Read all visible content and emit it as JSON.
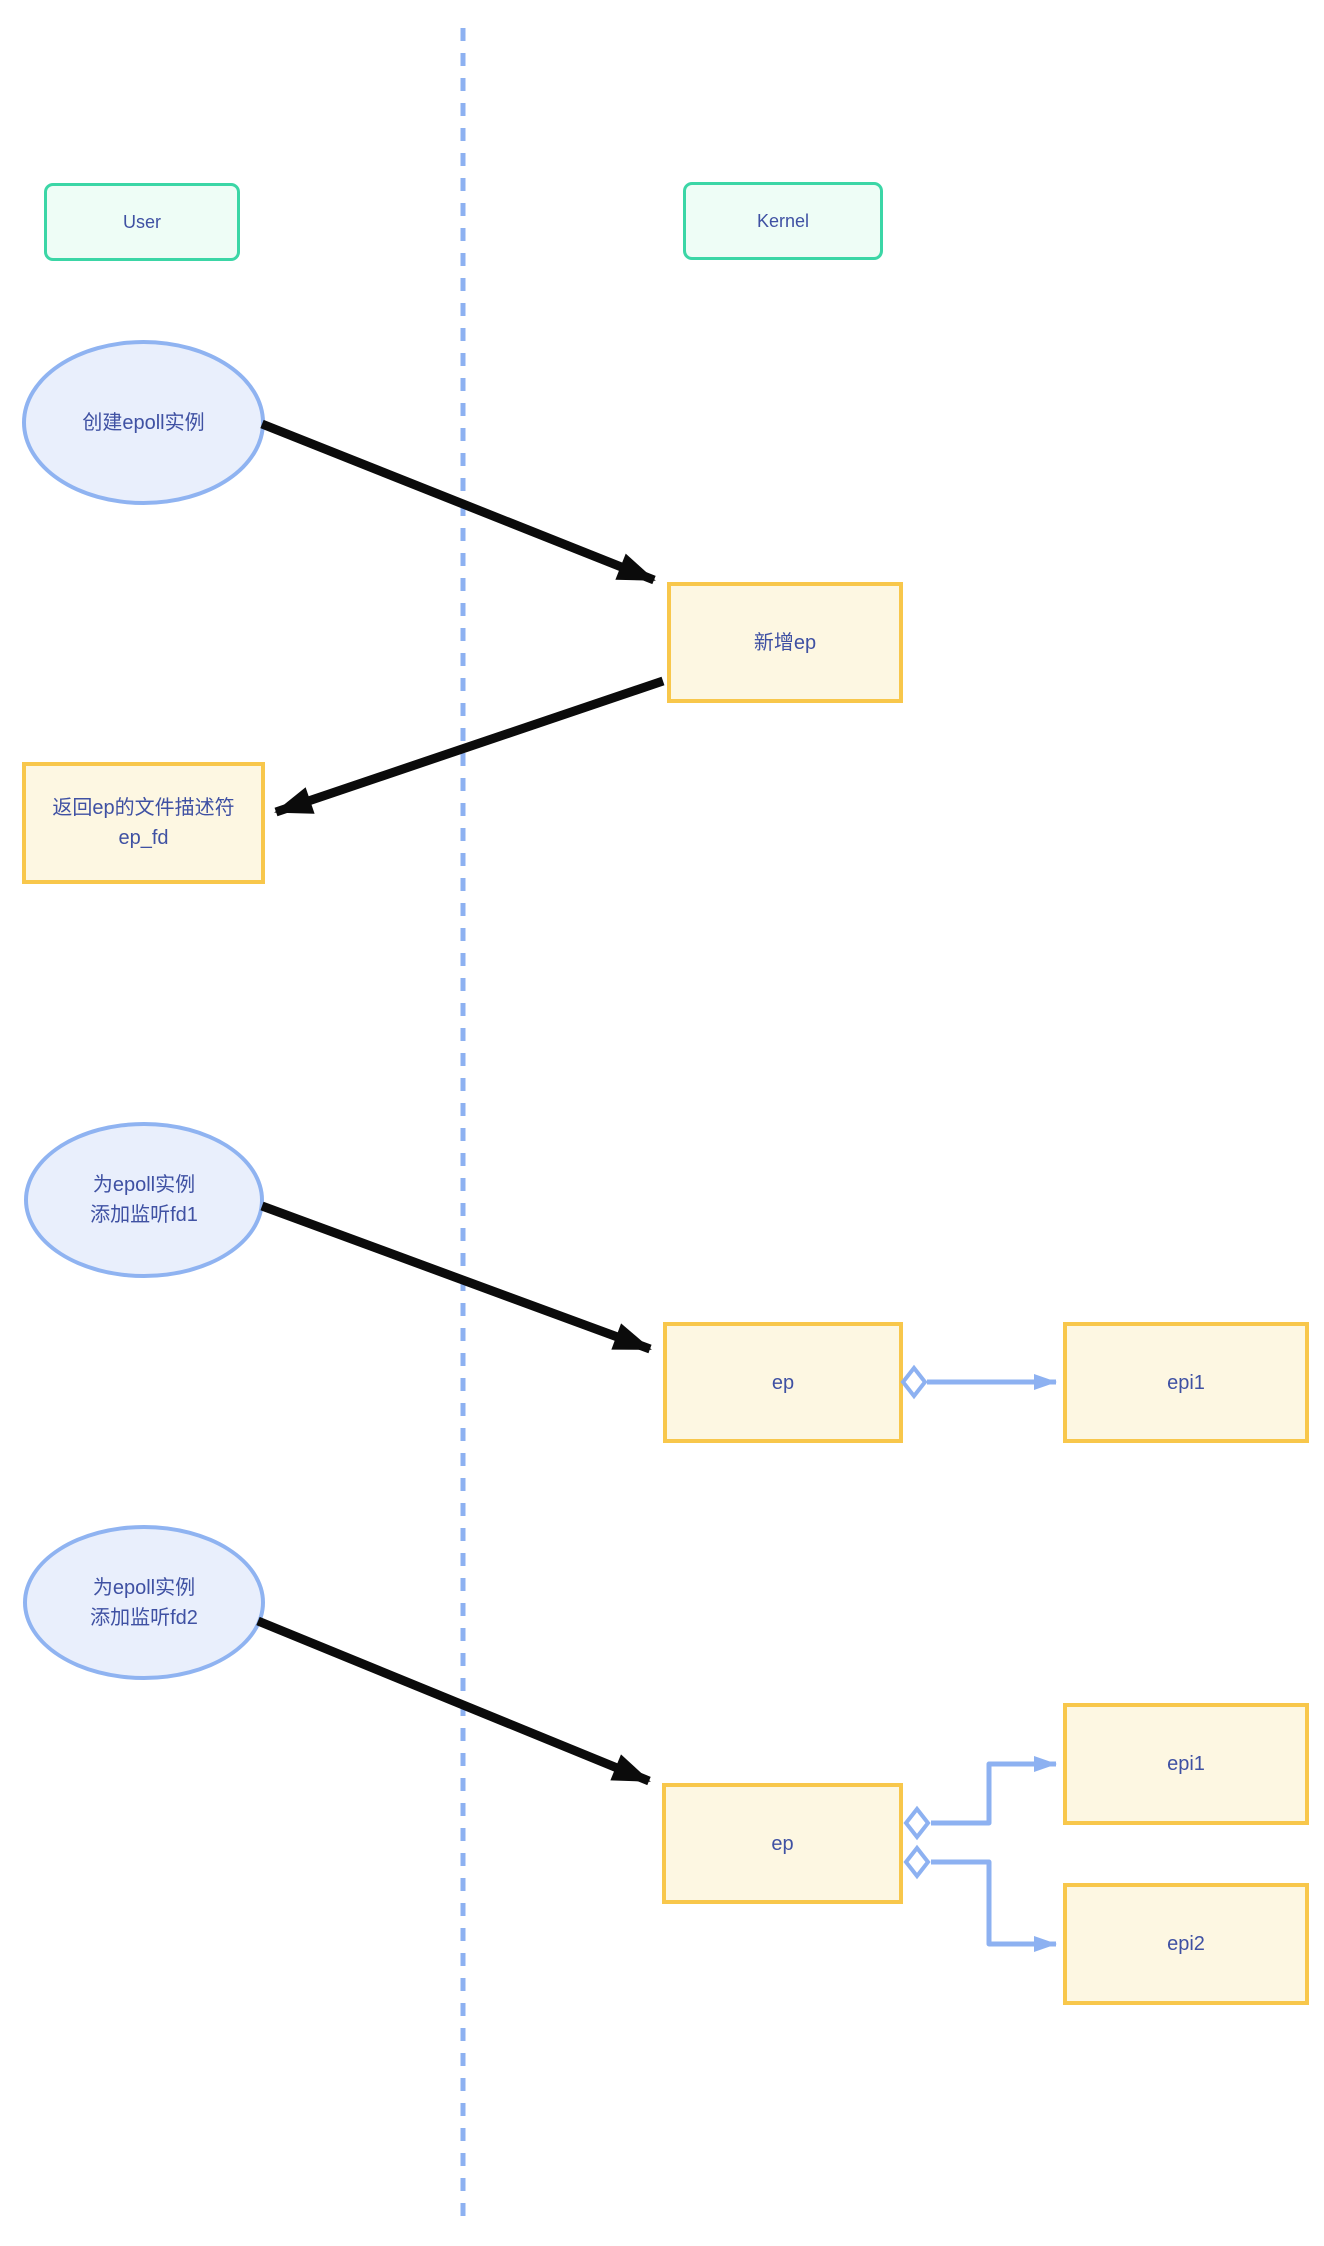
{
  "lanes": {
    "user": "User",
    "kernel": "Kernel"
  },
  "nodes": {
    "create_epoll": {
      "label": "创建epoll实例"
    },
    "new_ep": {
      "label": "新增ep"
    },
    "return_ep_fd": {
      "line1": "返回ep的文件描述符",
      "line2": "ep_fd"
    },
    "add_watch_fd1": {
      "line1": "为epoll实例",
      "line2": "添加监听fd1"
    },
    "ep_mid": {
      "label": "ep"
    },
    "epi1_mid": {
      "label": "epi1"
    },
    "add_watch_fd2": {
      "line1": "为epoll实例",
      "line2": "添加监听fd2"
    },
    "ep_bottom": {
      "label": "ep"
    },
    "epi1_bottom": {
      "label": "epi1"
    },
    "epi2_bottom": {
      "label": "epi2"
    }
  },
  "colors": {
    "lane_border": "#3bd6a6",
    "lane_fill": "#eefdf6",
    "ellipse_border": "#8fb3f1",
    "ellipse_fill": "#e9effc",
    "box_border": "#f8c74b",
    "box_fill": "#fdf7e2",
    "connector_blue": "#8db1f1",
    "divider_blue": "#8db1f1",
    "arrow_black": "#0b0b0b",
    "text": "#3f51a3"
  }
}
